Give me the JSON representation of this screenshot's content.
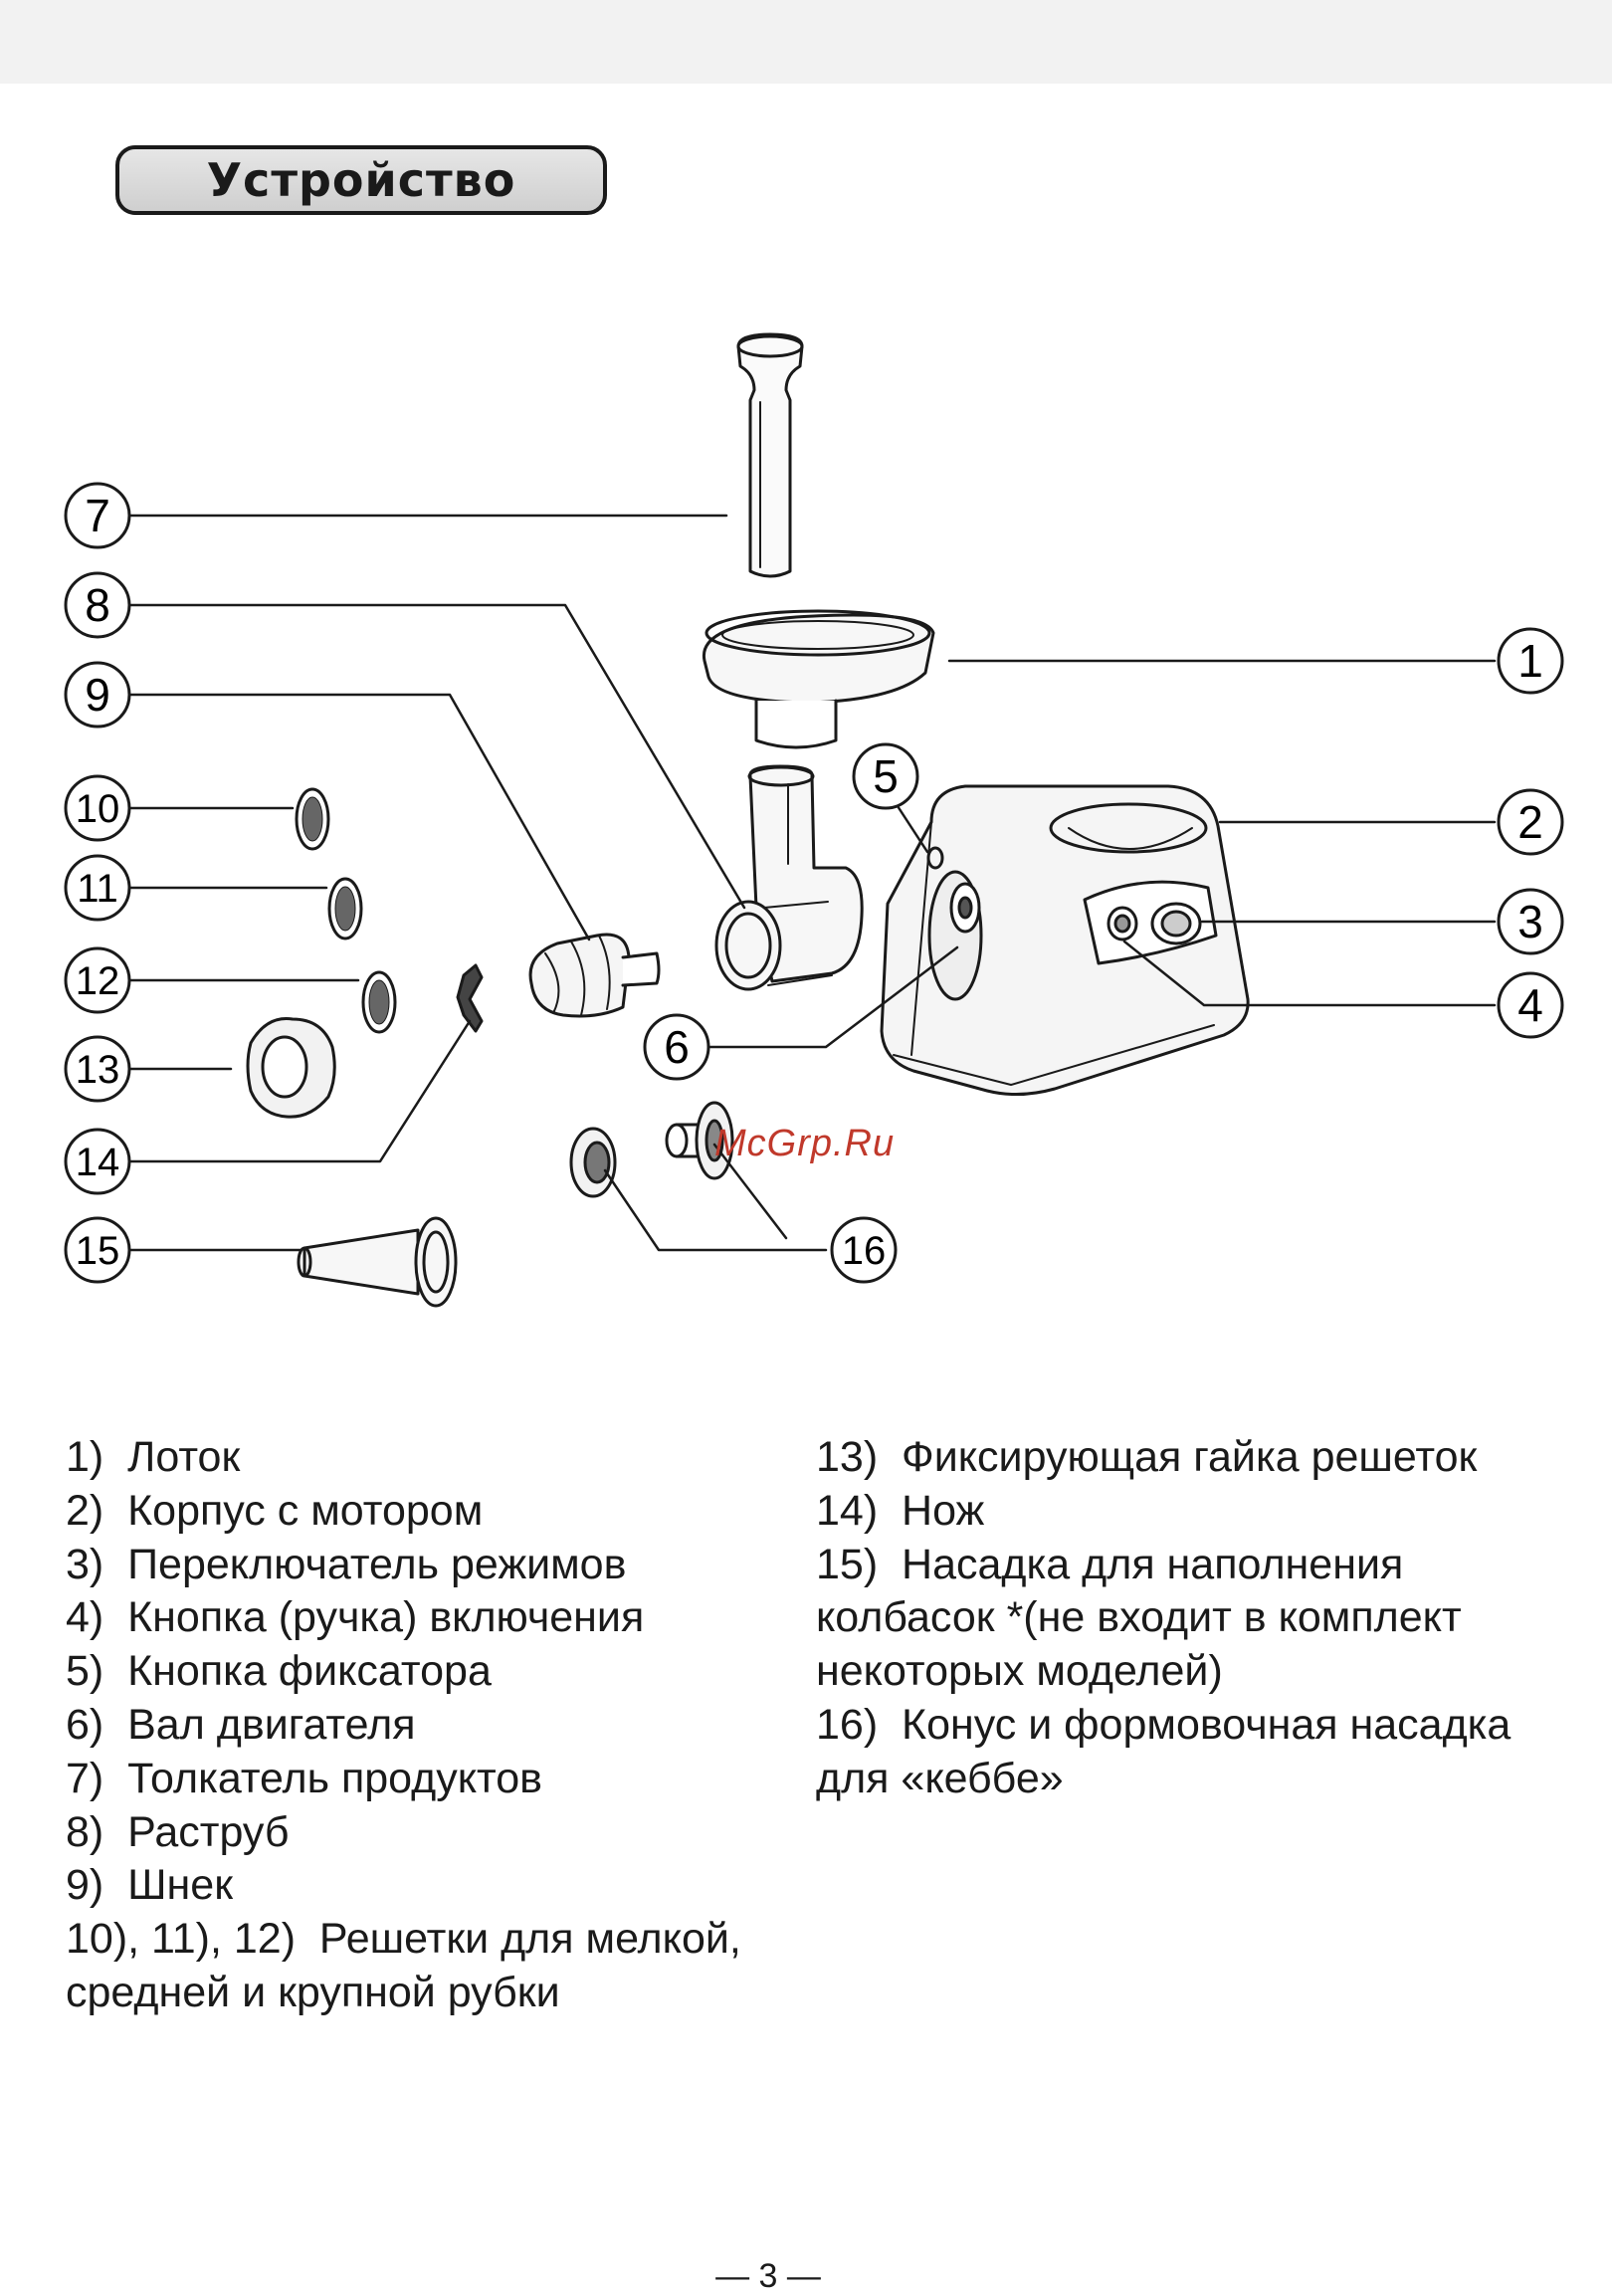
{
  "section_title": "Устройство",
  "watermark": "McGrp.Ru",
  "page_number": "— 3 —",
  "callouts": {
    "c1": "1",
    "c2": "2",
    "c3": "3",
    "c4": "4",
    "c5": "5",
    "c6": "6",
    "c7": "7",
    "c8": "8",
    "c9": "9",
    "c10": "10",
    "c11": "11",
    "c12": "12",
    "c13": "13",
    "c14": "14",
    "c15": "15",
    "c16": "16"
  },
  "legend_left": [
    "1)  Лоток",
    "2)  Корпус с мотором",
    "3)  Переключатель режимов",
    "4)  Кнопка (ручка) включения",
    "5)  Кнопка фиксатора",
    "6)  Вал двигателя",
    "7)  Толкатель продуктов",
    "8)  Раструб",
    "9)  Шнек",
    "10), 11), 12)  Решетки для мелкой, средней и крупной рубки"
  ],
  "legend_right": [
    "13)  Фиксирующая гайка решеток",
    "14)  Нож",
    "15)  Насадка для наполнения колбасок *(не входит в комплект некоторых моделей)",
    "16)  Конус и формовочная насадка для «кеббе»"
  ]
}
